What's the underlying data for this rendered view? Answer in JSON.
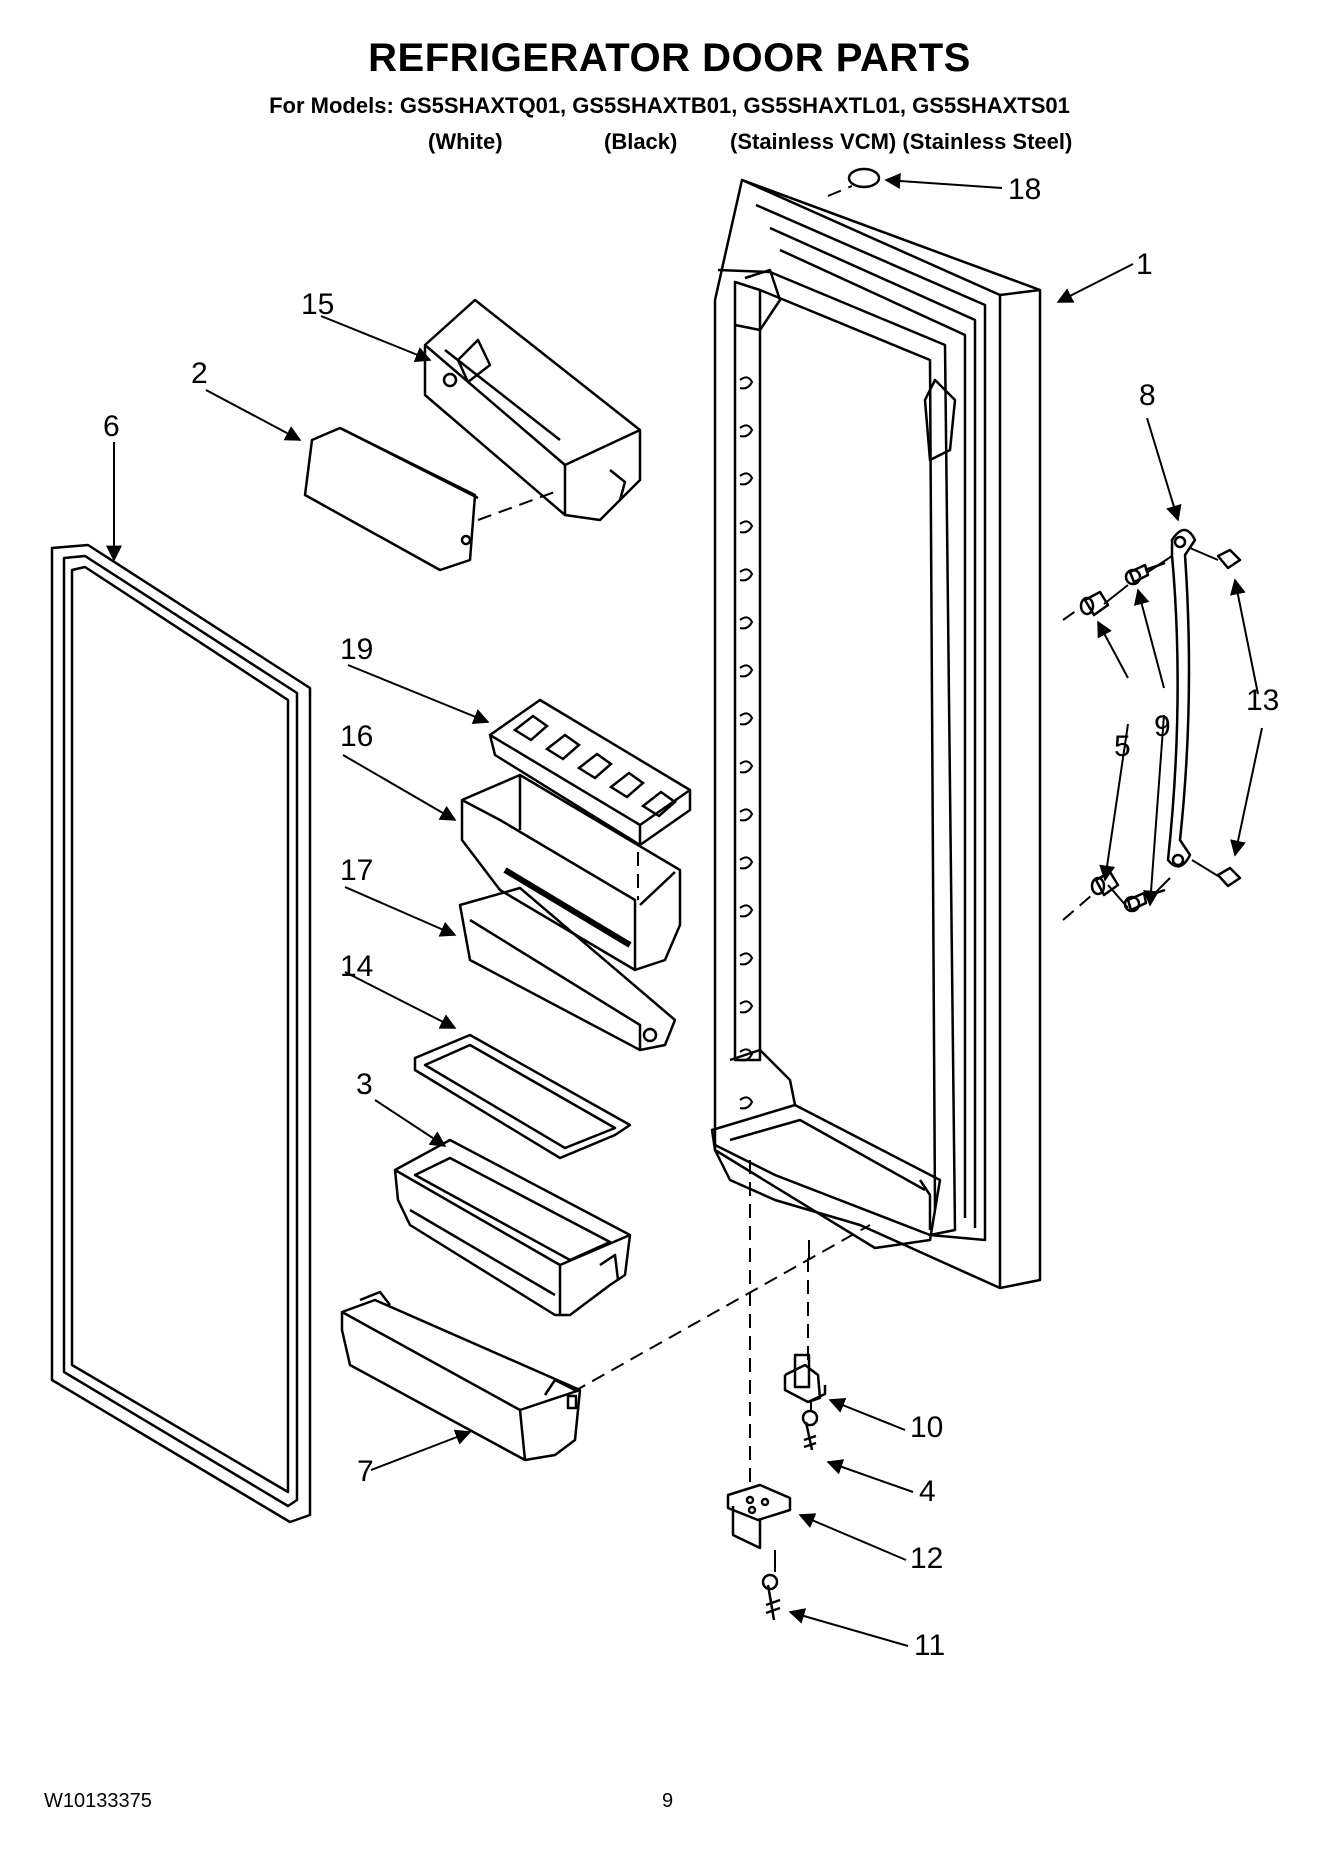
{
  "title": "REFRIGERATOR DOOR PARTS",
  "subtitle": "For Models: GS5SHAXTQ01, GS5SHAXTB01, GS5SHAXTL01, GS5SHAXTS01",
  "variants": [
    "(White)",
    "(Black)",
    "(Stainless VCM) (Stainless Steel)"
  ],
  "callouts": {
    "c1": "1",
    "c2": "2",
    "c3": "3",
    "c4": "4",
    "c5": "5",
    "c6": "6",
    "c7": "7",
    "c8": "8",
    "c9": "9",
    "c10": "10",
    "c11": "11",
    "c12": "12",
    "c13": "13",
    "c14": "14",
    "c15": "15",
    "c16": "16",
    "c17": "17",
    "c18": "18",
    "c19": "19"
  },
  "footer": {
    "doc_number": "W10133375",
    "page_number": "9"
  }
}
